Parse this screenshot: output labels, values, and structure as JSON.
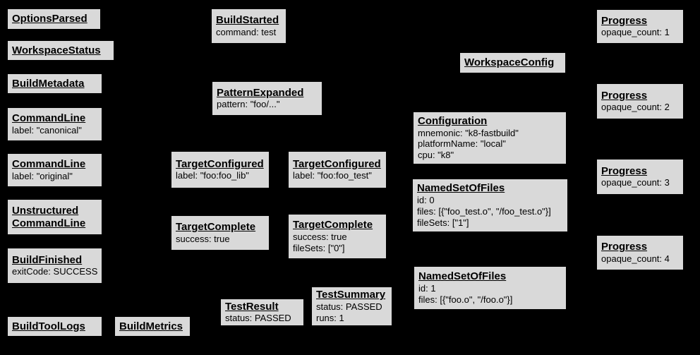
{
  "colors": {
    "background": "#000000",
    "node_fill": "#d9d9d9",
    "node_border": "#000000",
    "text": "#000000"
  },
  "nodes": [
    {
      "title": "OptionsParsed",
      "details": []
    },
    {
      "title": "WorkspaceStatus",
      "details": []
    },
    {
      "title": "BuildMetadata",
      "details": []
    },
    {
      "title": "CommandLine",
      "details": [
        "label: \"canonical\""
      ]
    },
    {
      "title": "CommandLine",
      "details": [
        "label: \"original\""
      ]
    },
    {
      "title": "Unstructured CommandLine",
      "details": []
    },
    {
      "title": "BuildFinished",
      "details": [
        "exitCode: SUCCESS"
      ]
    },
    {
      "title": "BuildToolLogs",
      "details": []
    },
    {
      "title": "BuildMetrics",
      "details": []
    },
    {
      "title": "BuildStarted",
      "details": [
        "command: test"
      ]
    },
    {
      "title": "PatternExpanded",
      "details": [
        "pattern: \"foo/...\""
      ]
    },
    {
      "title": "TargetConfigured",
      "details": [
        "label: \"foo:foo_lib\""
      ]
    },
    {
      "title": "TargetComplete",
      "details": [
        "success: true"
      ]
    },
    {
      "title": "TestResult",
      "details": [
        "status: PASSED"
      ]
    },
    {
      "title": "TargetConfigured",
      "details": [
        "label: \"foo:foo_test\""
      ]
    },
    {
      "title": "TargetComplete",
      "details": [
        "success: true",
        "fileSets: [\"0\"]"
      ]
    },
    {
      "title": "TestSummary",
      "details": [
        "status: PASSED",
        "runs: 1"
      ]
    },
    {
      "title": "WorkspaceConfig",
      "details": []
    },
    {
      "title": "Configuration",
      "details": [
        "mnemonic: \"k8-fastbuild\"",
        "platformName: \"local\"",
        "cpu: \"k8\""
      ]
    },
    {
      "title": "NamedSetOfFiles",
      "details": [
        "id: 0",
        "files: [{\"foo_test.o\", \"/foo_test.o\"}]",
        "fileSets: [\"1\"]"
      ]
    },
    {
      "title": "NamedSetOfFiles",
      "details": [
        "id: 1",
        "files: [{\"foo.o\", \"/foo.o\"}]"
      ]
    },
    {
      "title": "Progress",
      "details": [
        "opaque_count: 1"
      ]
    },
    {
      "title": "Progress",
      "details": [
        "opaque_count: 2"
      ]
    },
    {
      "title": "Progress",
      "details": [
        "opaque_count: 3"
      ]
    },
    {
      "title": "Progress",
      "details": [
        "opaque_count: 4"
      ]
    }
  ]
}
